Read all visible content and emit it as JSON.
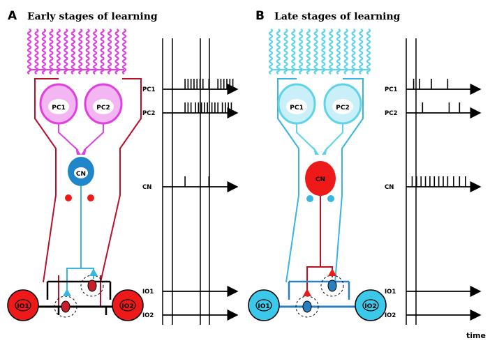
{
  "panels": [
    {
      "letter": "A",
      "title": "Early stages of learning",
      "cells": {
        "pc1": "PC1",
        "pc2": "PC2",
        "cn": "CN",
        "io1": "IO1",
        "io2": "IO2"
      },
      "trace_labels": [
        "PC1",
        "PC2",
        "CN",
        "IO1",
        "IO2"
      ],
      "spikes": {
        "PC1": [
          0.3,
          0.34,
          0.38,
          0.42,
          0.46,
          0.5,
          0.54,
          0.62,
          0.74,
          0.78,
          0.82,
          0.86,
          0.9,
          0.94
        ],
        "PC2": [
          0.3,
          0.34,
          0.38,
          0.44,
          0.48,
          0.52,
          0.56,
          0.6,
          0.66,
          0.7,
          0.74,
          0.8,
          0.84,
          0.88,
          0.92
        ],
        "CN": [
          0.3,
          0.62
        ],
        "IO1": [],
        "IO2": []
      },
      "colors": {
        "dendrite": "#e040e0",
        "pc": "#e040e0",
        "pc_axon": "#b8102a",
        "cn": "#1f87c9",
        "cn_line": "#38b6e0",
        "io": "#ee1a1a",
        "io_line": "#b8102a"
      }
    },
    {
      "letter": "B",
      "title": "Late stages of learning",
      "cells": {
        "pc1": "PC1",
        "pc2": "PC2",
        "cn": "CN",
        "io1": "IO1",
        "io2": "IO2"
      },
      "trace_labels": [
        "PC1",
        "PC2",
        "CN",
        "IO1",
        "IO2"
      ],
      "spikes": {
        "PC1": [
          0.1,
          0.18,
          0.34,
          0.56
        ],
        "PC2": [
          0.22,
          0.58,
          0.72
        ],
        "CN": [
          0.08,
          0.14,
          0.2,
          0.26,
          0.32,
          0.38,
          0.44,
          0.5,
          0.56,
          0.64,
          0.72,
          0.8
        ],
        "IO1": [],
        "IO2": []
      },
      "colors": {
        "dendrite": "#5ed3ea",
        "pc": "#5ed3ea",
        "pc_axon": "#38b6e0",
        "cn": "#ee1a1a",
        "cn_line": "#c01020",
        "io": "#3cc8e8",
        "io_line": "#2a7fc0"
      }
    }
  ],
  "time_label": "time"
}
